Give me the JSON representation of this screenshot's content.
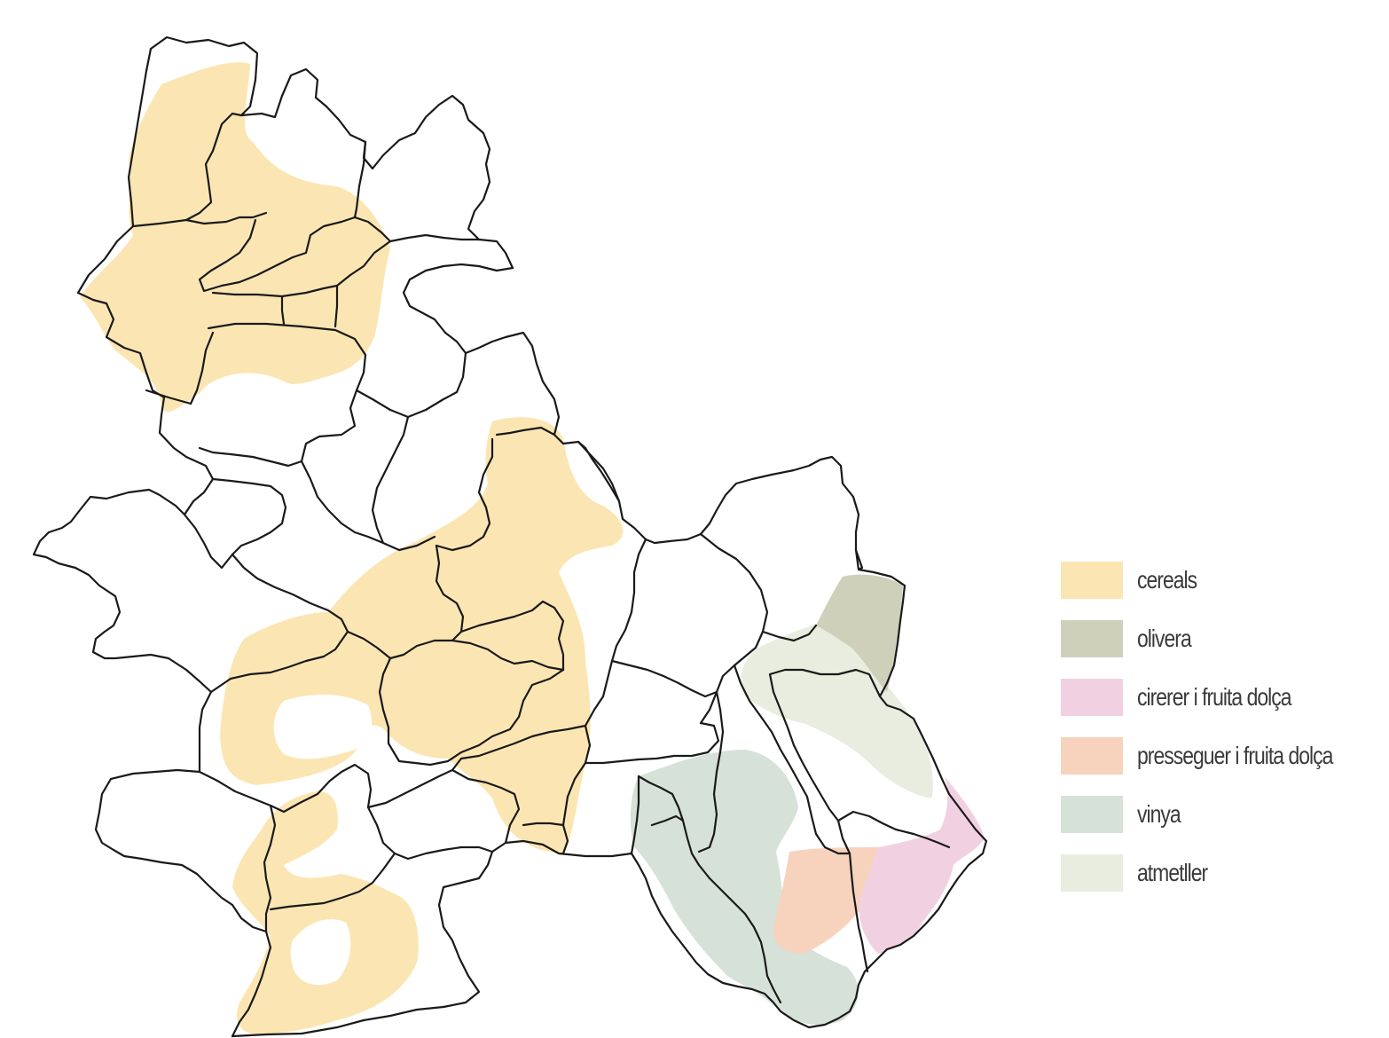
{
  "legend": {
    "items": [
      {
        "key": "cereals",
        "label": "cereals",
        "color": "#fbe6b3"
      },
      {
        "key": "olivera",
        "label": "olivera",
        "color": "#cfd0ba"
      },
      {
        "key": "cirerer",
        "label": "cirerer i fruita dolça",
        "color": "#f1d1e1"
      },
      {
        "key": "presseguer",
        "label": "presseguer i fruita dolça",
        "color": "#f7d3bd"
      },
      {
        "key": "vinya",
        "label": "vinya",
        "color": "#d6e1d7"
      },
      {
        "key": "atmetller",
        "label": "atmetller",
        "color": "#e8eddf"
      }
    ]
  },
  "map": {
    "boundary_color": "#1a1a1a",
    "background": "#ffffff"
  }
}
